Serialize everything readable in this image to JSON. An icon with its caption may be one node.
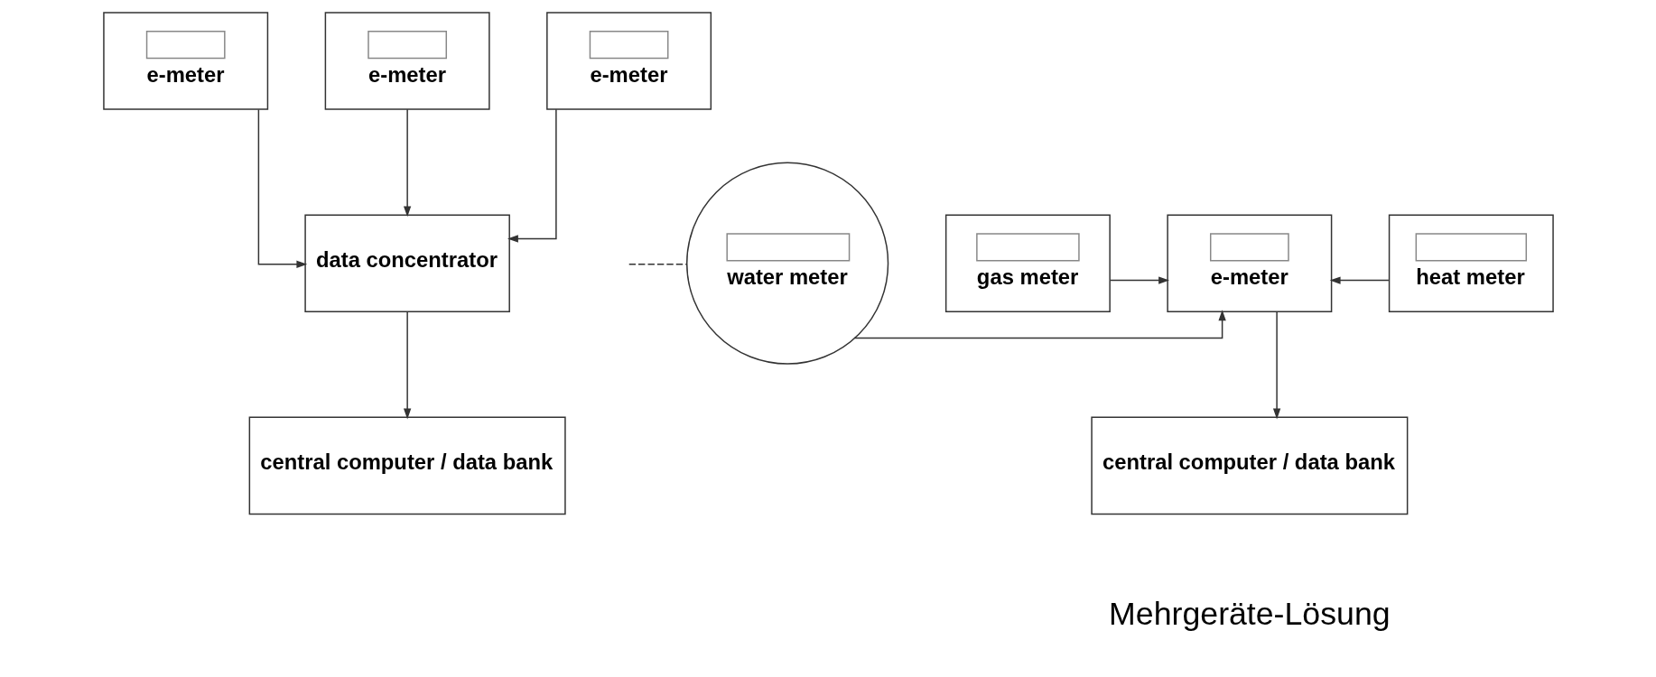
{
  "diagram": {
    "nodes": [
      {
        "text": [
          "e-meter"
        ]
      },
      {
        "text": [
          "e-meter"
        ]
      },
      {
        "text": [
          "e-meter"
        ]
      },
      {
        "text": [
          "data concentrator"
        ]
      },
      {
        "text": [
          "central computer / data bank"
        ]
      },
      {
        "text": [
          "water meter"
        ]
      },
      {
        "text": [
          "gas meter"
        ]
      },
      {
        "text": [
          "e-meter"
        ]
      },
      {
        "text": [
          "heat meter"
        ]
      },
      {
        "text": [
          "central computer / data bank"
        ]
      }
    ],
    "edges": [
      {
        "from": 0,
        "to": 3,
        "arrow": "to"
      },
      {
        "from": 1,
        "to": 3,
        "arrow": "to"
      },
      {
        "from": 2,
        "to": 3,
        "arrow": "to"
      },
      {
        "from": 3,
        "to": 4,
        "arrow": "to"
      },
      {
        "from": 5,
        "to": 7,
        "arrow": "to"
      },
      {
        "from": 6,
        "to": 7,
        "arrow": "to"
      },
      {
        "from": 8,
        "to": 7,
        "arrow": "to"
      },
      {
        "from": 7,
        "to": 9,
        "arrow": "to"
      },
      {
        "from": null,
        "to": 5,
        "arrow": "none",
        "style": "dashed"
      }
    ],
    "labels": [
      "Mehrgeräte-Lösung"
    ]
  }
}
